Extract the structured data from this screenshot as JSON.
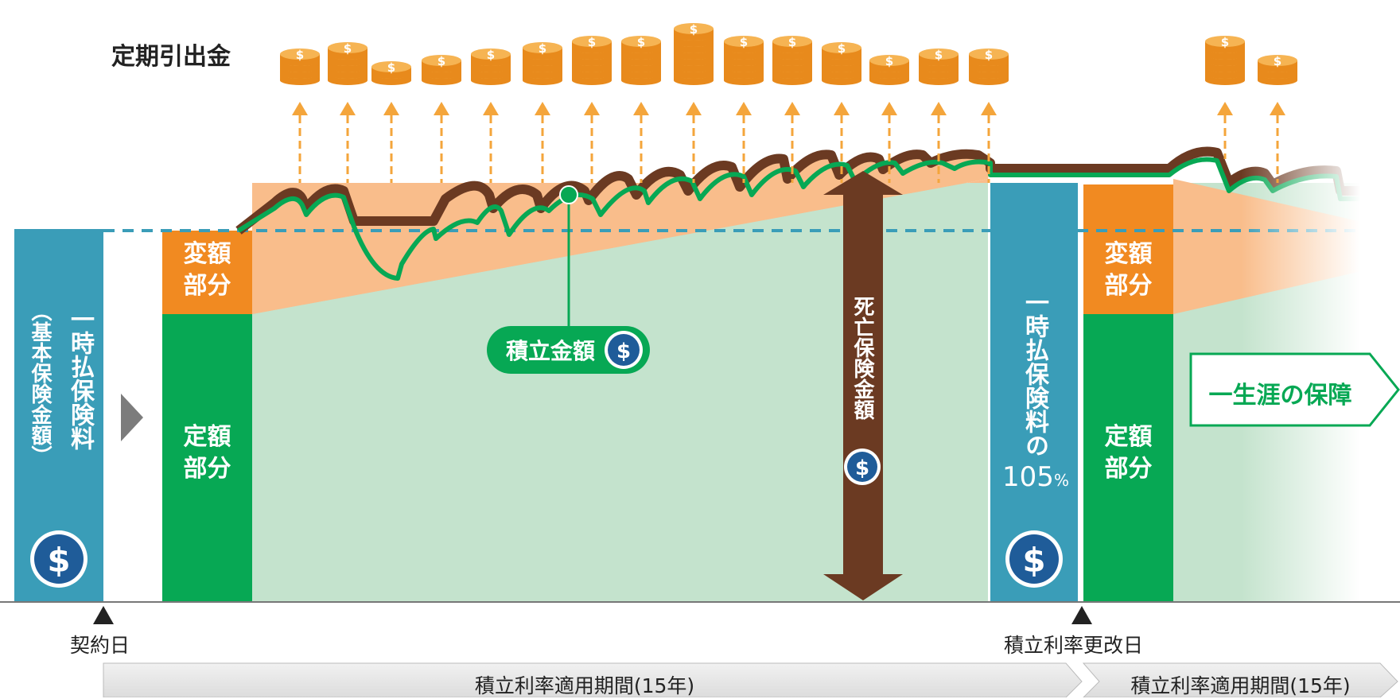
{
  "header": {
    "title": "定期引出金"
  },
  "blocks": {
    "initial": {
      "label": "一時払保険料",
      "sub_label": "（基本保険金額）"
    },
    "variable": "変額\n部分",
    "fixed": "定額\n部分",
    "accumulated": "積立金額",
    "death_benefit": "死亡保険金額",
    "renewal": {
      "label": "一時払保険料の",
      "percent": "105",
      "unit": "%"
    },
    "lifetime": "一生涯の保障"
  },
  "timeline": {
    "contract_date": "契約日",
    "renewal_date": "積立利率更改日",
    "period1": "積立利率適用期間(15年)",
    "period2": "積立利率適用期間(15年)"
  },
  "colors": {
    "teal": "#3a9db8",
    "orange": "#f18a21",
    "green": "#07a854",
    "light_orange": "#f9bd8b",
    "light_green": "#c4e3cd",
    "brown": "#6b3a22",
    "coin": "#f4a53b",
    "dash": "#3a9db8",
    "navy": "#1f5c99"
  }
}
